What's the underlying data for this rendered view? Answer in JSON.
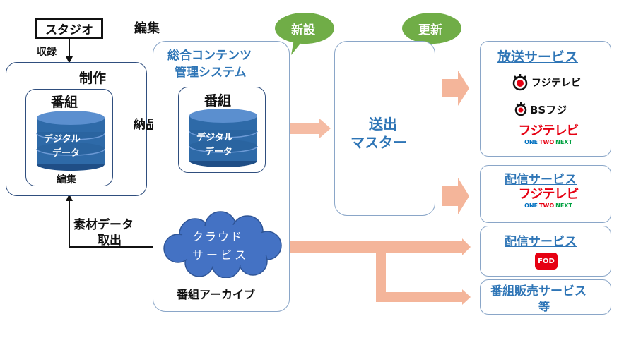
{
  "studio": "スタジオ",
  "shuroku": "収録",
  "henshu_top": "編集",
  "production": {
    "title": "制作",
    "inner_title": "番組",
    "db_line1": "デジタル",
    "db_line2": "データ",
    "bottom": "編集"
  },
  "delivery": "納品",
  "cms": {
    "title_line1": "総合コンテンツ",
    "title_line2": "管理システム",
    "inner_title": "番組",
    "db_line1": "デジタル",
    "db_line2": "データ",
    "cloud_line1": "クラウド",
    "cloud_line2": "サービス",
    "archive": "番組アーカイブ"
  },
  "material": {
    "line1": "素材データ",
    "line2": "取出"
  },
  "bubble_new": "新設",
  "bubble_update": "更新",
  "master": {
    "line1": "送出",
    "line2": "マスター"
  },
  "services": {
    "broadcast": {
      "title": "放送サービス",
      "logo1": "フジテレビ",
      "logo2": "BSフジ",
      "logo3_main": "フジテレビ",
      "logo3_sub": [
        "ONE",
        "TWO",
        "NEXT"
      ]
    },
    "streaming1": {
      "title": "配信サービス",
      "logo_main": "フジテレビ",
      "logo_sub": [
        "ONE",
        "TWO",
        "NEXT"
      ]
    },
    "streaming2": {
      "title": "配信サービス",
      "logo": "FOD"
    },
    "sales": {
      "title_line1": "番組販売サービス",
      "title_line2": "等"
    }
  },
  "colors": {
    "dark_border": "#2f4e7e",
    "blue_text": "#2e75b6",
    "bubble_green": "#70ad47",
    "arrow_salmon": "#f4b59a",
    "db_blue": "#2e6aa8",
    "cloud_blue": "#4472c4"
  }
}
